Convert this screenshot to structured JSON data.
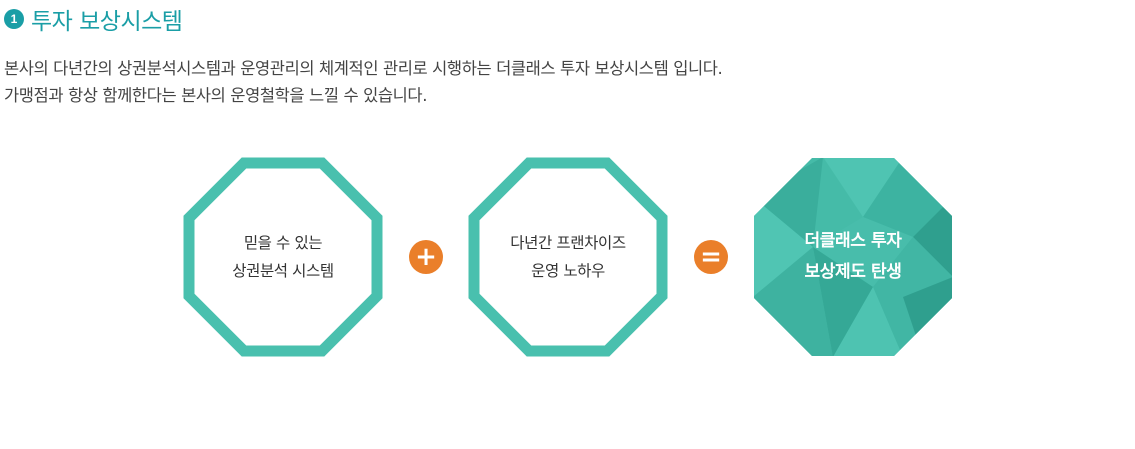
{
  "section": {
    "number": "1",
    "title": "투자 보상시스템"
  },
  "description": {
    "line1": "본사의 다년간의 상권분석시스템과 운영관리의 체계적인 관리로 시행하는 더클래스 투자  보상시스템 입니다.",
    "line2": "가맹점과 항상 함께한다는 본사의 운영철학을 느낄 수 있습니다."
  },
  "shapes": [
    {
      "line1": "믿을 수 있는",
      "line2": "상권분석 시스템"
    },
    {
      "line1": "다년간 프랜차이즈",
      "line2": "운영 노하우"
    },
    {
      "line1": "더클래스 투자",
      "line2": "보상제도 탄생"
    }
  ],
  "operators": {
    "plus": "+",
    "equals": "="
  },
  "colors": {
    "teal": "#49c0ae",
    "teal_dark": "#2e9c8b",
    "title": "#1a9ea6",
    "orange": "#ea7f2a"
  },
  "icons": {
    "badge": "number-badge-icon",
    "plus": "plus-icon",
    "equals": "equals-icon"
  }
}
